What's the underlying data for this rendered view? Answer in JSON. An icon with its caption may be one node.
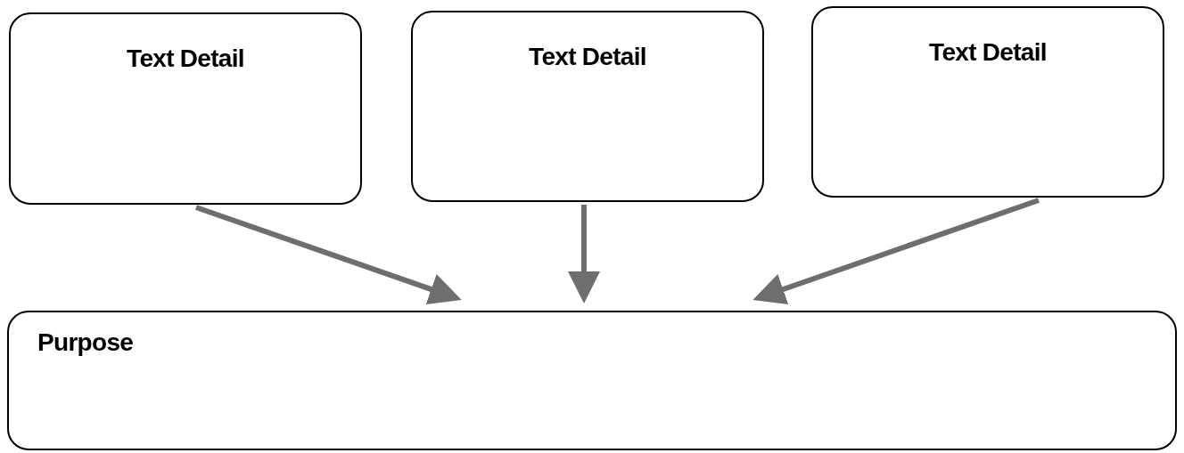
{
  "diagram": {
    "nodes": [
      {
        "text": [
          "Text Detail"
        ]
      },
      {
        "text": [
          "Text Detail"
        ]
      },
      {
        "text": [
          "Text Detail"
        ]
      },
      {
        "text": [
          "Purpose"
        ]
      }
    ],
    "edges": [
      {
        "from": 0,
        "to": 3,
        "arrow": "to"
      },
      {
        "from": 1,
        "to": 3,
        "arrow": "to"
      },
      {
        "from": 2,
        "to": 3,
        "arrow": "to"
      }
    ]
  }
}
